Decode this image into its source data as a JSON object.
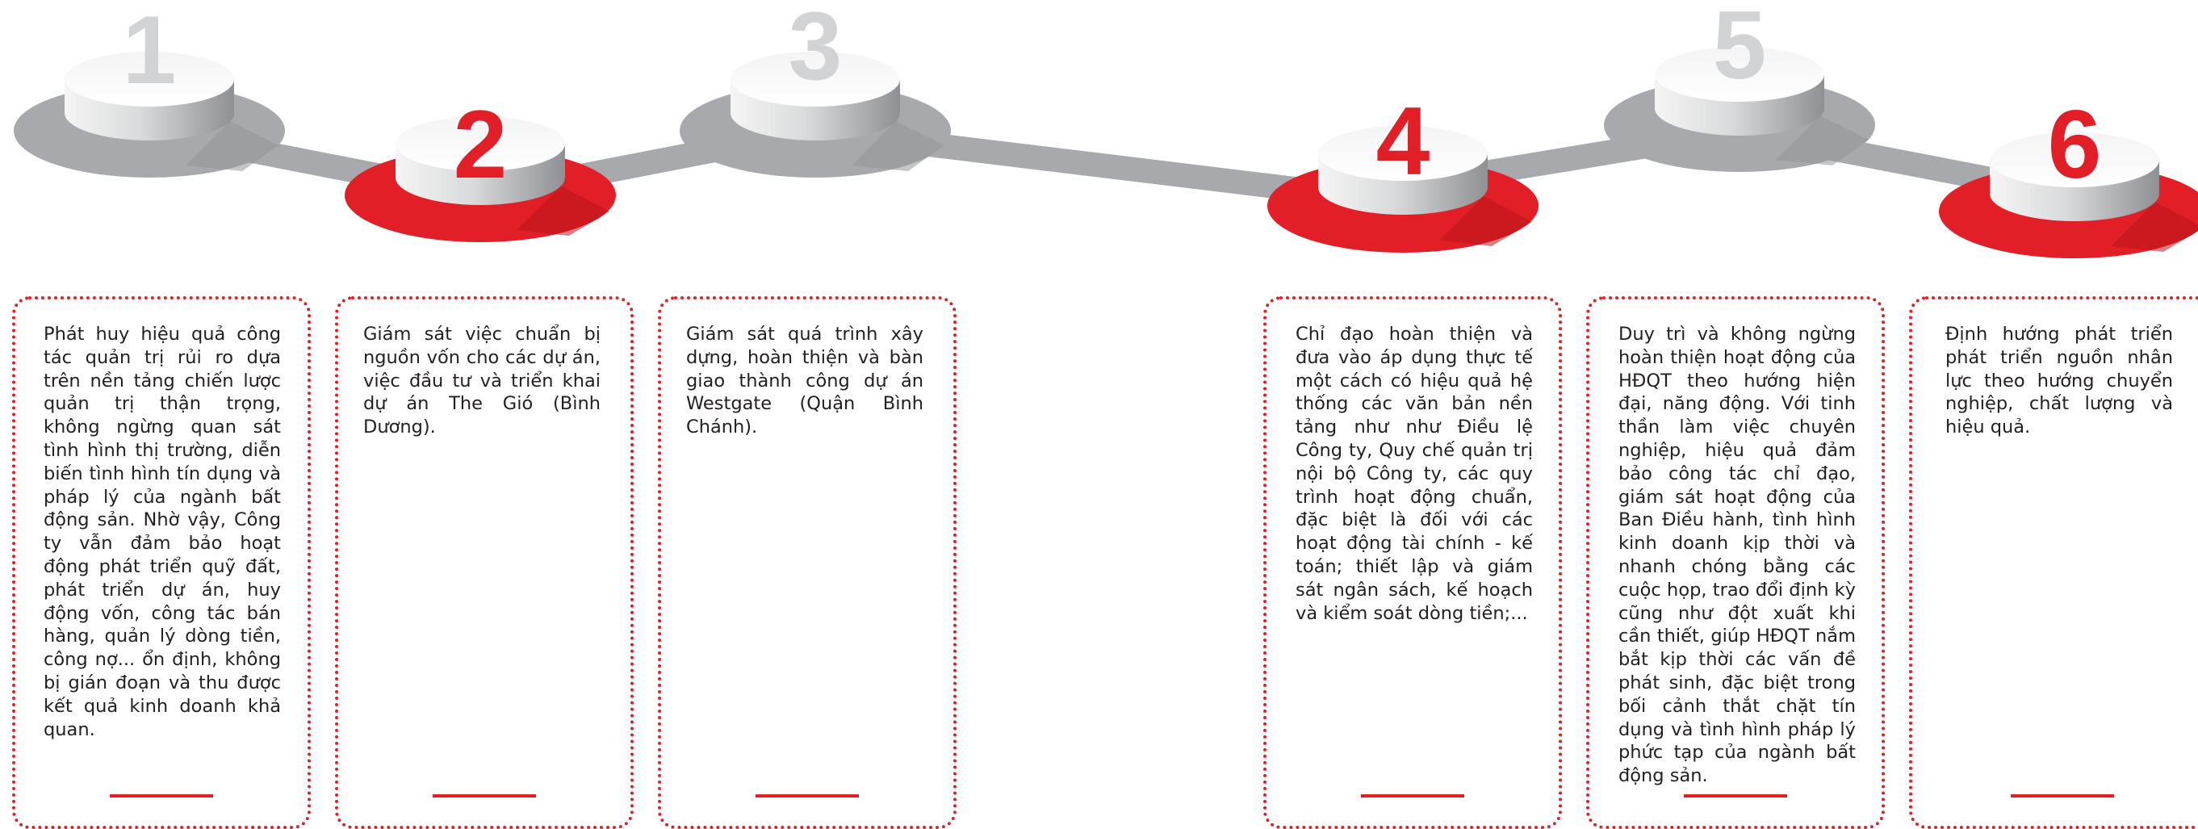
{
  "colors": {
    "accent": "#e21f26",
    "shadow_grey": "#a7a9ac",
    "number_grey": "#d1d3d4",
    "text": "#231f20"
  },
  "steps": [
    {
      "number": "1",
      "highlighted": false,
      "text": "Phát huy hiệu quả công tác quản trị rủi ro dựa trên nền tảng chiến lược quản trị thận trọng, không ngừng quan sát tình hình thị trường, diễn biến tình hình tín dụng và pháp lý của ngành bất động sản. Nhờ vậy, Công ty vẫn đảm bảo hoạt động phát triển quỹ đất, phát triển dự án, huy động vốn, công tác bán hàng, quản lý dòng tiền, công nợ... ổn định, không bị gián đoạn và thu được kết quả kinh doanh khả quan."
    },
    {
      "number": "2",
      "highlighted": true,
      "text": "Giám sát việc chuẩn bị nguồn vốn cho các dự án, việc đầu tư và triển khai dự án The Gió (Bình Dương)."
    },
    {
      "number": "3",
      "highlighted": false,
      "text": "Giám sát quá trình xây dựng, hoàn thiện và bàn giao thành công dự án Westgate (Quận Bình Chánh)."
    },
    {
      "number": "4",
      "highlighted": true,
      "text": "Chỉ đạo hoàn thiện và đưa vào áp dụng thực tế một cách có hiệu quả hệ thống các văn bản nền tảng như như Điều lệ Công ty, Quy chế quản trị nội bộ Công ty, các quy trình hoạt động chuẩn, đặc biệt là đối với các hoạt động tài chính - kế toán; thiết lập và giám sát ngân sách, kế hoạch và kiểm soát dòng tiền;..."
    },
    {
      "number": "5",
      "highlighted": false,
      "text": "Duy trì và không ngừng hoàn thiện hoạt động của HĐQT theo hướng hiện đại, năng động. Với tinh thần làm việc chuyên nghiệp, hiệu quả đảm bảo công tác chỉ đạo, giám sát hoạt động của Ban Điều hành, tình hình kinh doanh kịp thời và nhanh chóng bằng các cuộc họp, trao đổi định kỳ cũng như đột xuất khi cần thiết, giúp HĐQT nắm bắt kịp thời các vấn đề phát sinh, đặc biệt trong bối cảnh thắt chặt tín dụng và tình hình pháp lý phức tạp của ngành bất động sản."
    },
    {
      "number": "6",
      "highlighted": true,
      "text": "Định hướng phát triển phát triển nguồn nhân lực theo hướng chuyển nghiệp, chất lượng và hiệu quả."
    }
  ]
}
